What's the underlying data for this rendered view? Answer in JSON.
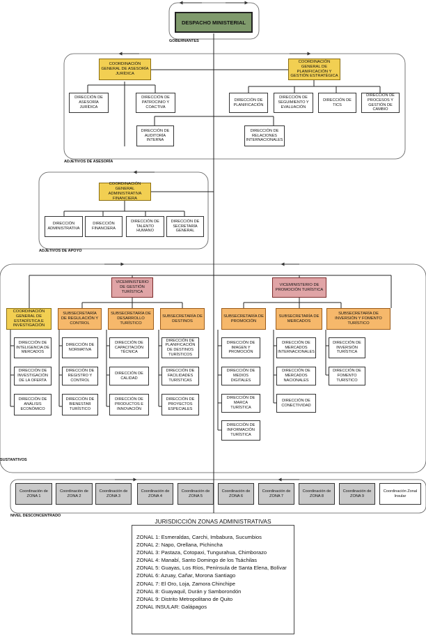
{
  "despacho": "DESPACHO MINISTERIAL",
  "levels": {
    "gobernantes": "GOBERNANTES",
    "asesoria": "ADJETIVOS DE ASESORÍA",
    "apoyo": "ADJETIVOS DE APOYO",
    "sustantivos": "SUSTANTIVOS",
    "desconcentrado": "NIVEL DESCONCENTRADO"
  },
  "asesoria": {
    "coord_juridica": "COORDINACIÓN GENERAL DE ASESORÍA JURÍDICA",
    "coord_planificacion": "COORDINACIÓN GENERAL DE PLANIFICACIÓN Y GESTIÓN ESTRATÉGICA",
    "dir_asesoria_juridica": "DIRECCIÓN DE ASESORÍA JURÍDICA",
    "dir_patrocinio": "DIRECCIÓN DE PATROCINIO Y COACTIVA",
    "dir_planificacion": "DIRECCIÓN DE PLANIFICACIÓN",
    "dir_seguimiento": "DIRECCIÓN DE SEGUIMIENTO Y EVALUACIÓN",
    "dir_tics": "DIRECCIÓN DE TICs",
    "dir_procesos": "DIRECCIÓN DE PROCESOS Y GESTIÓN DE CAMBIO",
    "dir_auditoria": "DIRECCIÓN DE AUDITORÍA INTERNA",
    "dir_relaciones": "DIRECCIÓN DE RELACIONES INTERNACIONALES"
  },
  "apoyo": {
    "coord_admin": "COORDINACIÓN GENERAL ADMINISTRATIVA FINANCIERA",
    "dir_administrativa": "DIRECCIÓN ADMINISTRATIVA",
    "dir_financiera": "DIRECCIÓN FINANCIERA",
    "dir_talento": "DIRECCIÓN DE TALENTO HUMANO",
    "dir_secretaria": "DIRECCIÓN DE SECRETARÍA GENERAL"
  },
  "sustantivos": {
    "vice_gestion": "VICEMINISTERIO DE GESTIÓN TURÍSTICA",
    "vice_promocion": "VICEMINISTERIO DE PROMOCIÓN TURÍSTICA",
    "coord_estadistica": "COORDINACIÓN GENERAL DE ESTADÍSTICA E INVESTIGACIÓN",
    "sub_regulacion": "SUBSECRETARÍA DE REGULACIÓN Y CONTROL",
    "sub_desarrollo": "SUBSECRETARÍA DE DESARROLLO TURÍSTICO",
    "sub_destinos": "SUBSECRETARÍA DE DESTINOS",
    "sub_promocion": "SUBSECRETARÍA DE PROMOCIÓN",
    "sub_mercados": "SUBSECRETARÍA DE MERCADOS",
    "sub_inversion": "SUBSECRETARÍA DE INVERSIÓN Y FOMENTO TURÍSTICO",
    "d_inteligencia": "DIRECCIÓN DE INTELIGENCIA DE MERCADOS",
    "d_investigacion": "DIRECCIÓN DE INVESTIGACIÓN DE LA OFERTA",
    "d_analisis": "DIRECCIÓN DE ANÁLISIS ECONÓMICO",
    "d_normativa": "DIRECCIÓN DE NORMATIVA",
    "d_registro": "DIRECCIÓN DE REGISTRO Y CONTROL",
    "d_bienestar": "DIRECCIÓN DE BIENESTAR TURÍSTICO",
    "d_capacitacion": "DIRECCIÓN DE CAPACITACIÓN TÉCNICA",
    "d_calidad": "DIRECCIÓN DE CALIDAD",
    "d_productos": "DIRECCIÓN DE PRODUCTOS E INNOVACIÓN",
    "d_planif_destinos": "DIRECCIÓN DE PLANIFICACIÓN DE DESTINOS TURÍSTICOS",
    "d_facilidades": "DIRECCIÓN DE FACILIDADES TURÍSTICAS",
    "d_proyectos": "DIRECCIÓN DE PROYECTOS ESPECIALES",
    "d_imagen": "DIRECCIÓN DE IMAGEN Y PROMOCIÓN",
    "d_medios": "DIRECCIÓN DE MEDIOS DIGITALES",
    "d_marca": "DIRECCIÓN DE MARCA TURÍSTICA",
    "d_informacion": "DIRECCIÓN DE INFORMACIÓN TURÍSTICA",
    "d_mercados_int": "DIRECCIÓN DE MERCADOS INTERNACIONALES",
    "d_mercados_nac": "DIRECCIÓN DE MERCADOS NACIONALES",
    "d_conectividad": "DIRECCIÓN DE CONECTIVIDAD",
    "d_inversion": "DIRECCIÓN DE INVERSIÓN TURÍSTICA",
    "d_fomento": "DIRECCIÓN DE FOMENTO TURÍSTICO"
  },
  "zonas": [
    "Coordinación de ZONA 1",
    "Coordinación de ZONA 2",
    "Coordinación de ZONA 3",
    "Coordinación de ZONA 4",
    "Coordinación de ZONA 5",
    "Coordinación de ZONA 6",
    "Coordinación de ZONA 7",
    "Coordinación de ZONA 8",
    "Coordinación de ZONA 9",
    "Coordinación Zonal Insular"
  ],
  "legend": {
    "title": "JURISDICCIÓN ZONAS ADMINISTRATIVAS",
    "rows": [
      "ZONAL 1: Esmeraldas, Carchi, Imbabura, Sucumbios",
      "ZONAL 2: Napo, Orellana, Pichincha",
      "ZONAL 3: Pastaza, Cotopaxi, Tungurahua, Chimborazo",
      "ZONAL 4: Manabí, Santo Domingo de los Tsáchilas",
      "ZONAL 5: Guayas, Los Ríos, Península de Santa Elena, Bolívar",
      "ZONAL 6: Azuay, Cañar, Morona Santiago",
      "ZONAL 7: El Oro, Loja, Zamora Chinchipe",
      "ZONAL 8: Guayaquil, Durán y Samborondón",
      "ZONAL 9: Distrito Metropolitano de Quito",
      "ZONAL INSULAR: Galápagos"
    ]
  }
}
